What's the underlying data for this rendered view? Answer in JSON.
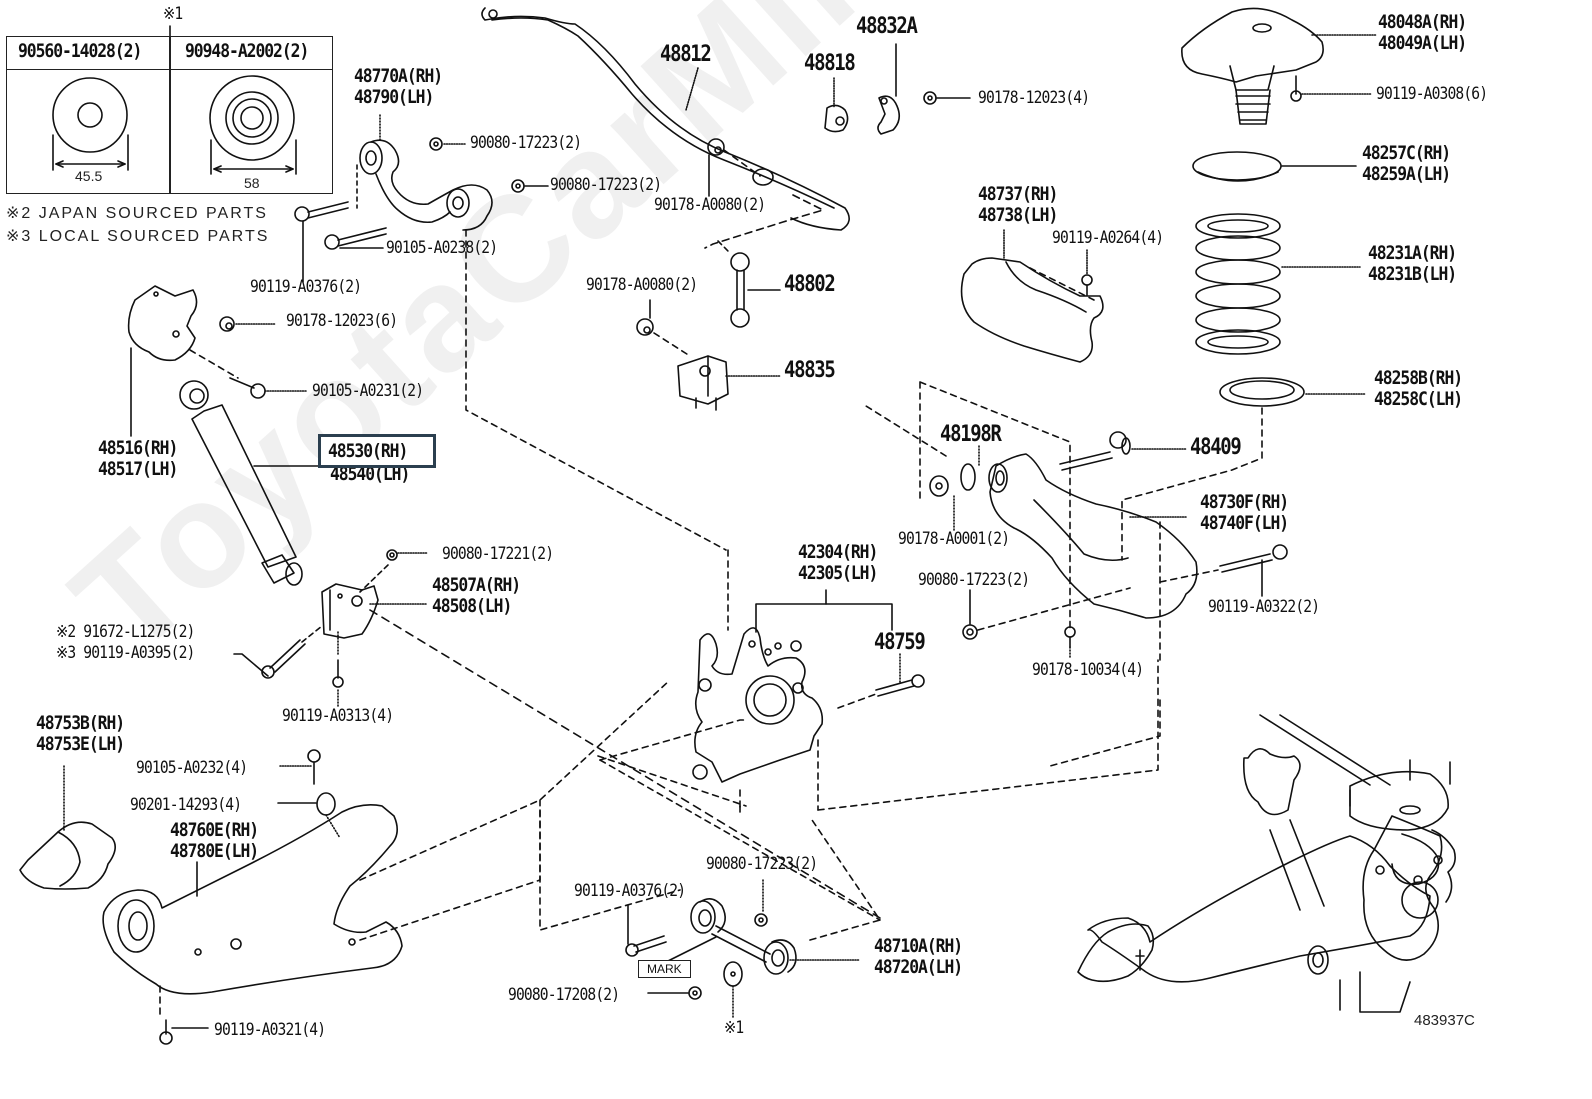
{
  "diagram": {
    "title": "Rear Suspension Exploded Parts Diagram",
    "illustration_code": "483937C",
    "watermark": "ToyotaCarMine.ru",
    "highlight_color": "#2b3f4f",
    "line_color": "#111111"
  },
  "note_table": {
    "reference_mark": "※1",
    "columns": [
      {
        "part": "90560-14028(2)",
        "dimension": "45.5"
      },
      {
        "part": "90948-A2002(2)",
        "dimension": "58"
      }
    ]
  },
  "notes": [
    {
      "mark": "※2",
      "text": "※2 JAPAN SOURCED PARTS"
    },
    {
      "mark": "※3",
      "text": "※3 LOCAL SOURCED PARTS"
    }
  ],
  "callouts": {
    "upper_arm": {
      "rh": "48770A(RH)",
      "lh": "48790(LH)"
    },
    "nut_90080_17223_a": "90080-17223(2)",
    "nut_90080_17223_b": "90080-17223(2)",
    "bolt_90119_A0376_top": "90119-A0376(2)",
    "bolt_90105_A0238": "90105-A0238(2)",
    "stabilizer_bar": "48812",
    "stabilizer_bushing": "48818",
    "stabilizer_bracket": "48832A",
    "nut_90178_12023_4": "90178-12023(4)",
    "nut_90178_A0080_top": "90178-A0080(2)",
    "nut_90178_A0080_mid": "90178-A0080(2)",
    "stabilizer_link": "48802",
    "stabilizer_link_bracket": "48835",
    "support": {
      "rh": "48048A(RH)",
      "lh": "48049A(LH)"
    },
    "bolt_90119_A0308": "90119-A0308(6)",
    "upper_insulator": {
      "rh": "48257C(RH)",
      "lh": "48259A(LH)"
    },
    "coil_spring": {
      "rh": "48231A(RH)",
      "lh": "48231B(LH)"
    },
    "lower_insulator": {
      "rh": "48258B(RH)",
      "lh": "48258C(LH)"
    },
    "spring_cover": {
      "rh": "48737(RH)",
      "lh": "48738(LH)"
    },
    "bolt_90119_A0264": "90119-A0264(4)",
    "absorber_bracket": {
      "rh": "48516(RH)",
      "lh": "48517(LH)"
    },
    "nut_90178_12023_6": "90178-12023(6)",
    "bolt_90105_A0231": "90105-A0231(2)",
    "shock_absorber": {
      "rh": "48530(RH)",
      "lh": "48540(LH)",
      "highlighted": "48530(RH)"
    },
    "cam_48198R": "48198R",
    "cam_bolt_48409": "48409",
    "nut_90178_A0001": "90178-A0001(2)",
    "lower_arm_upper": {
      "rh": "48730F(RH)",
      "lh": "48740F(LH)"
    },
    "nut_90080_17223_c": "90080-17223(2)",
    "bolt_90119_A0322": "90119-A0322(2)",
    "nut_90178_10034": "90178-10034(4)",
    "nut_90080_17221": "90080-17221(2)",
    "lower_bracket": {
      "rh": "48507A(RH)",
      "lh": "48508(LH)"
    },
    "bolt_japan": "※2 91672-L1275(2)",
    "bolt_local": "※3 90119-A0395(2)",
    "bolt_90119_A0313": "90119-A0313(4)",
    "knuckle": {
      "rh": "42304(RH)",
      "lh": "42305(LH)"
    },
    "bolt_48759": "48759",
    "lower_cover": {
      "rh": "48753B(RH)",
      "lh": "48753E(LH)"
    },
    "bolt_90105_A0232": "90105-A0232(4)",
    "washer_90201_14293": "90201-14293(4)",
    "trailing_arm": {
      "rh": "48760E(RH)",
      "lh": "48780E(LH)"
    },
    "bolt_90119_A0321": "90119-A0321(4)",
    "nut_90080_17223_d": "90080-17223(2)",
    "bolt_90119_A0376_bottom": "90119-A0376(2)",
    "toe_link": {
      "rh": "48710A(RH)",
      "lh": "48720A(LH)"
    },
    "mark_label": "MARK",
    "nut_90080_17208": "90080-17208(2)",
    "washer_ref": "※1"
  }
}
